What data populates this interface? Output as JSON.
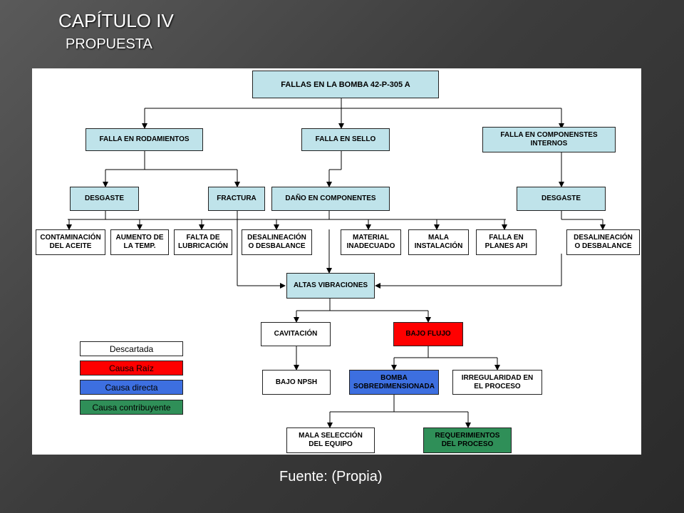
{
  "header": {
    "title": "CAPÍTULO IV",
    "subtitle": "PROPUESTA"
  },
  "diagram": {
    "root": "FALLAS EN  LA BOMBA 42-P-305 A",
    "level1": {
      "rodamientos": "FALLA EN RODAMIENTOS",
      "sello": "FALLA EN SELLO",
      "internos": "FALLA EN COMPONENSTES\nINTERNOS"
    },
    "level2": {
      "desgaste_left": "DESGASTE",
      "fractura": "FRACTURA",
      "dano": "DAÑO EN COMPONENTES",
      "desgaste_right": "DESGASTE"
    },
    "level3": {
      "contaminacion": "CONTAMINACIÓN\nDEL ACEITE",
      "aumento": "AUMENTO DE\nLA TEMP.",
      "falta": "FALTA DE\nLUBRICACIÓN",
      "desalineacion1": "DESALINEACIÓN\nO DESBALANCE",
      "material": "MATERIAL\nINADECUADO",
      "mala_instalacion": "MALA\nINSTALACIÓN",
      "falla_planes": "FALLA EN\nPLANES API",
      "desalineacion2": "DESALINEACIÓN\nO DESBALANCE"
    },
    "altas": "ALTAS VIBRACIONES",
    "cavitacion": "CAVITACIÓN",
    "bajo_flujo": "BAJO FLUJO",
    "bajo_npsh": "BAJO NPSH",
    "bomba": "BOMBA\nSOBREDIMENSIONADA",
    "irregularidad": "IRREGULARIDAD EN\nEL PROCESO",
    "mala_seleccion": "MALA SELECCIÓN\nDEL EQUIPO",
    "requerimientos": "REQUERIMIENTOS\nDEL PROCESO",
    "legend": {
      "descartada": "Descartada",
      "causa_raiz": "Causa Raíz",
      "causa_directa": "Causa directa",
      "causa_contribuyente": "Causa contribuyente"
    },
    "colors": {
      "box_fill": "#bfe3ea",
      "descartada": "#ffffff",
      "causa_raiz": "#ff0000",
      "causa_directa": "#3d6fe0",
      "causa_contribuyente": "#2f8f58"
    }
  },
  "footer": {
    "source": "Fuente: (Propia)"
  }
}
